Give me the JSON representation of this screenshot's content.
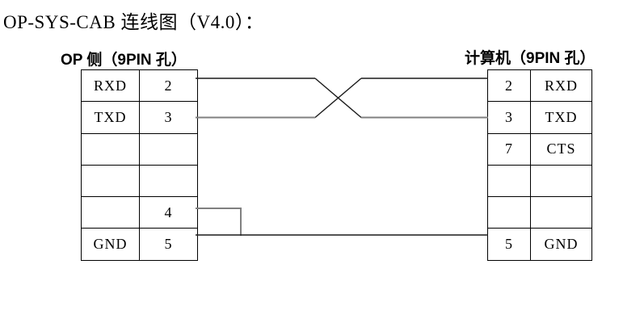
{
  "title": "OP-SYS-CAB 连线图（V4.0）：",
  "colors": {
    "background": "#ffffff",
    "border": "#000000",
    "wire_dark": "#1a1a1a",
    "wire_gray": "#808080"
  },
  "left_connector": {
    "header": "OP 侧（9PIN 孔）",
    "columns": [
      "signal",
      "pin"
    ],
    "rows": [
      {
        "label": "RXD",
        "pin": "2"
      },
      {
        "label": "TXD",
        "pin": "3"
      },
      {
        "label": "",
        "pin": ""
      },
      {
        "label": "",
        "pin": ""
      },
      {
        "label": "",
        "pin": "4"
      },
      {
        "label": "GND",
        "pin": "5"
      }
    ]
  },
  "right_connector": {
    "header": "计算机（9PIN 孔）",
    "columns": [
      "pin",
      "signal"
    ],
    "rows": [
      {
        "pin": "2",
        "label": "RXD"
      },
      {
        "pin": "3",
        "label": "TXD"
      },
      {
        "pin": "7",
        "label": "CTS"
      },
      {
        "pin": "",
        "label": ""
      },
      {
        "pin": "",
        "label": ""
      },
      {
        "pin": "5",
        "label": "GND"
      }
    ]
  },
  "connections": [
    {
      "from": "OP pin 2 RXD",
      "to": "计算机 pin 3 TXD",
      "type": "crossover"
    },
    {
      "from": "OP pin 3 TXD",
      "to": "计算机 pin 2 RXD",
      "type": "crossover"
    },
    {
      "from": "OP pin 4",
      "to": "OP pin 5 GND line",
      "type": "jumper"
    },
    {
      "from": "OP pin 5 GND",
      "to": "计算机 pin 5 GND",
      "type": "straight"
    }
  ]
}
